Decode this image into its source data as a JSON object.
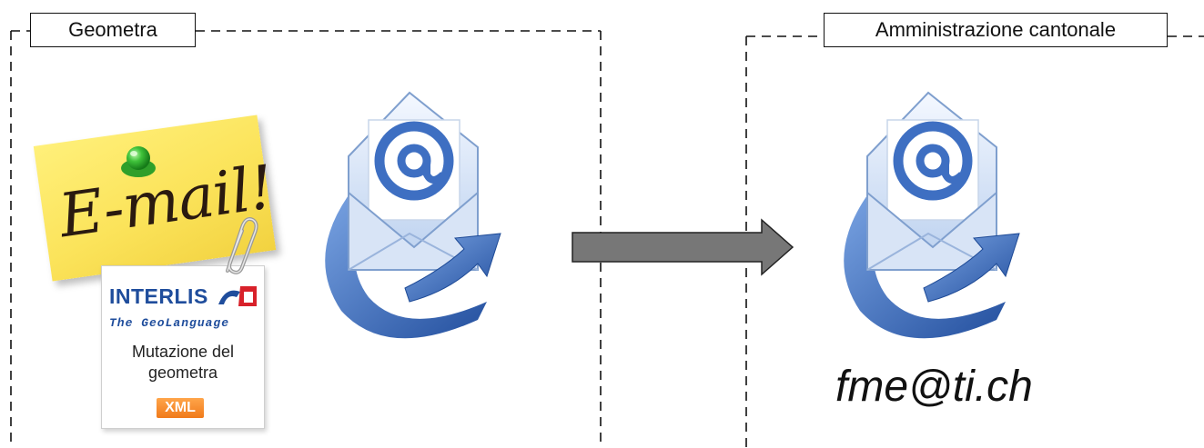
{
  "labels": {
    "left": "Geometra",
    "right": "Amministrazione cantonale"
  },
  "note": {
    "text": "E-mail!"
  },
  "document": {
    "brand": "INTERLIS",
    "tagline": "The GeoLanguage",
    "line1": "Mutazione del",
    "line2": "geometra",
    "badge": "XML"
  },
  "recipient": {
    "email": "fme@ti.ch"
  },
  "colors": {
    "note": "#fbe35a",
    "pin": "#3fc23a",
    "interlis_blue": "#1f4d9c",
    "interlis_red": "#d8212a",
    "xml_badge": "#f07a1a",
    "envelope_blue": "#3e6fc2",
    "arrow_fill": "#777777"
  }
}
